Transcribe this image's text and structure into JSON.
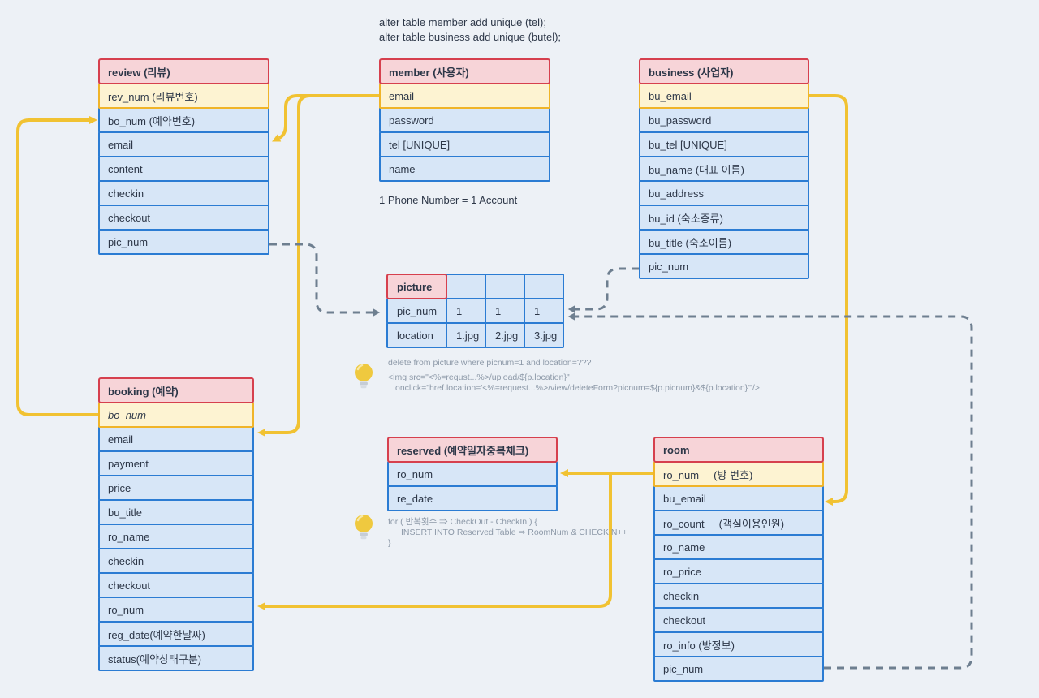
{
  "colors": {
    "background": "#edf1f6",
    "header-bg": "#f7d4d8",
    "header-border": "#d6404e",
    "key-bg": "#fdf3d2",
    "key-border": "#f0b429",
    "field-bg": "#d7e6f7",
    "field-border": "#2b7cd3",
    "arrow-yellow": "#f1c232",
    "arrow-gray": "#6e7f90",
    "note-gray": "#8d99a8",
    "text": "#2d3748"
  },
  "icons": {
    "bulb": "lightbulb"
  },
  "annotations": {
    "top_sql": [
      "alter table member add unique (tel);",
      "alter table business add unique (butel);"
    ],
    "member_note": "1 Phone Number = 1 Account",
    "picture_note": [
      "delete from picture where picnum=1 and location=???",
      "<img src=\"<%=requst...%>/upload/${p.location}\"",
      "onclick=\"href.location='<%=request...%>/view/deleteForm?picnum=${p.picnum}&${p.location}'\"/>"
    ],
    "reserved_note": [
      "for ( 반복횟수 ⇒ CheckOut - CheckIn ) {",
      "INSERT INTO Reserved Table ⇒ RoomNum & CHECKIN++",
      "}"
    ]
  },
  "tables": [
    {
      "id": "review",
      "title": "review (리뷰)",
      "rows": [
        {
          "label": "rev_num (리뷰번호)",
          "type": "key"
        },
        {
          "label": "bo_num (예약번호)",
          "type": "field"
        },
        {
          "label": "email",
          "type": "field"
        },
        {
          "label": "content",
          "type": "field"
        },
        {
          "label": "checkin",
          "type": "field"
        },
        {
          "label": "checkout",
          "type": "field"
        },
        {
          "label": "pic_num",
          "type": "field"
        }
      ]
    },
    {
      "id": "member",
      "title": "member (사용자)",
      "rows": [
        {
          "label": "email",
          "type": "key"
        },
        {
          "label": "password",
          "type": "field"
        },
        {
          "label": "tel [UNIQUE]",
          "type": "field"
        },
        {
          "label": "name",
          "type": "field"
        }
      ]
    },
    {
      "id": "business",
      "title": "business (사업자)",
      "rows": [
        {
          "label": "bu_email",
          "type": "key"
        },
        {
          "label": "bu_password",
          "type": "field"
        },
        {
          "label": "bu_tel [UNIQUE]",
          "type": "field"
        },
        {
          "label": "bu_name (대표 이름)",
          "type": "field"
        },
        {
          "label": "bu_address",
          "type": "field"
        },
        {
          "label": "bu_id (숙소종류)",
          "type": "field"
        },
        {
          "label": "bu_title (숙소이름)",
          "type": "field"
        },
        {
          "label": "pic_num",
          "type": "field"
        }
      ]
    },
    {
      "id": "booking",
      "title": "booking (예약)",
      "rows": [
        {
          "label": "bo_num",
          "type": "key",
          "italic": true
        },
        {
          "label": "email",
          "type": "field"
        },
        {
          "label": "payment",
          "type": "field"
        },
        {
          "label": "price",
          "type": "field"
        },
        {
          "label": "bu_title",
          "type": "field"
        },
        {
          "label": "ro_name",
          "type": "field"
        },
        {
          "label": "checkin",
          "type": "field"
        },
        {
          "label": "checkout",
          "type": "field"
        },
        {
          "label": "ro_num",
          "type": "field"
        },
        {
          "label": "reg_date(예약한날짜)",
          "type": "field"
        },
        {
          "label": "status(예약상태구분)",
          "type": "field"
        }
      ]
    },
    {
      "id": "reserved",
      "title": "reserved (예약일자중복체크)",
      "rows": [
        {
          "label": "ro_num",
          "type": "field"
        },
        {
          "label": "re_date",
          "type": "field"
        }
      ]
    },
    {
      "id": "room",
      "title": "room",
      "rows": [
        {
          "label": "ro_num     (방 번호)",
          "type": "key"
        },
        {
          "label": "bu_email",
          "type": "field"
        },
        {
          "label": "ro_count     (객실이용인원)",
          "type": "field"
        },
        {
          "label": "ro_name",
          "type": "field"
        },
        {
          "label": "ro_price",
          "type": "field"
        },
        {
          "label": "checkin",
          "type": "field"
        },
        {
          "label": "checkout",
          "type": "field"
        },
        {
          "label": "ro_info (방정보)",
          "type": "field"
        },
        {
          "label": "pic_num",
          "type": "field"
        }
      ]
    }
  ],
  "picture_table": {
    "title": "picture",
    "header_blank_cells": 3,
    "rows": [
      {
        "label": "pic_num",
        "cells": [
          "1",
          "1",
          "1"
        ]
      },
      {
        "label": "location",
        "cells": [
          "1.jpg",
          "2.jpg",
          "3.jpg"
        ]
      }
    ]
  }
}
